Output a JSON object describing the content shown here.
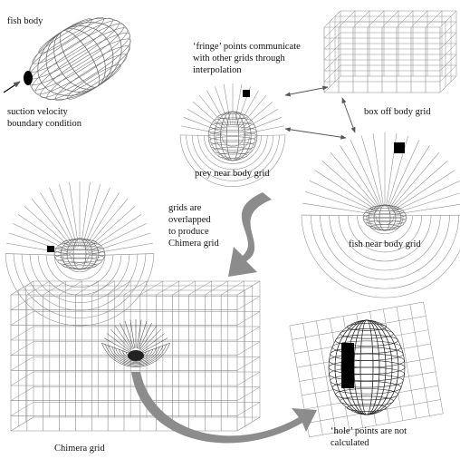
{
  "labels": {
    "fish_body": "fish body",
    "suction_line1": "suction velocity",
    "suction_line2": "boundary condition",
    "fringe_line1": "‘fringe’ points communicate",
    "fringe_line2": "with other grids through",
    "fringe_line3": "interpolation",
    "box_off": "box off body grid",
    "prey_near": "prey near body grid",
    "fish_near": "fish near body grid",
    "overlap_line1": "grids are",
    "overlap_line2": "overlapped",
    "overlap_line3": "to produce",
    "overlap_line4": "Chimera grid",
    "chimera": "Chimera grid",
    "hole_line1": "‘hole’ points are not",
    "hole_line2": "calculated"
  },
  "colors": {
    "grid_line": "#8a8a8a",
    "dense_mesh": "#333333",
    "arrow_fill": "#8c8c8c",
    "text": "#111111"
  }
}
